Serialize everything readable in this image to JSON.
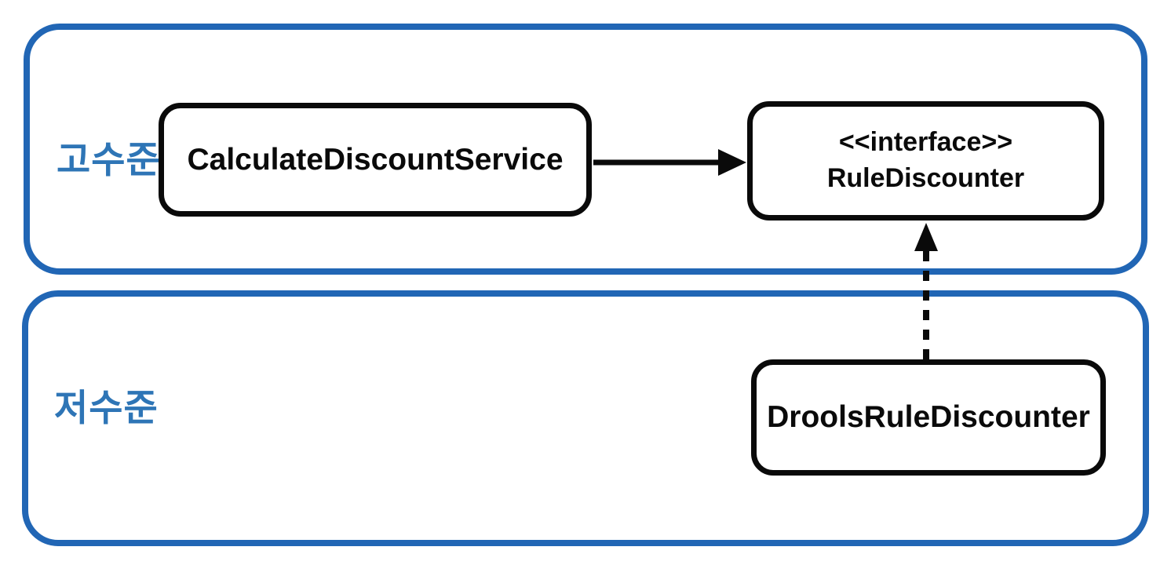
{
  "diagram": {
    "kind": "uml-dependency-inversion-diagram",
    "layers": {
      "high": {
        "label": "고수준"
      },
      "low": {
        "label": "저수준"
      }
    },
    "nodes": {
      "calculate": {
        "label": "CalculateDiscountService",
        "layer": "고수준"
      },
      "interface": {
        "stereotype": "<<interface>>",
        "label": "RuleDiscounter",
        "layer": "고수준"
      },
      "drools": {
        "label": "DroolsRuleDiscounter",
        "layer": "저수준"
      }
    },
    "edges": [
      {
        "from": "CalculateDiscountService",
        "to": "RuleDiscounter",
        "line": "solid",
        "meaning": "dependency"
      },
      {
        "from": "DroolsRuleDiscounter",
        "to": "RuleDiscounter",
        "line": "dashed",
        "meaning": "implements"
      }
    ],
    "colors": {
      "container_border": "#2166B5",
      "layer_label_text": "#2E75B6",
      "node_border": "#0A0A0A",
      "arrow": "#0A0A0A",
      "background": "#FFFFFF"
    }
  }
}
